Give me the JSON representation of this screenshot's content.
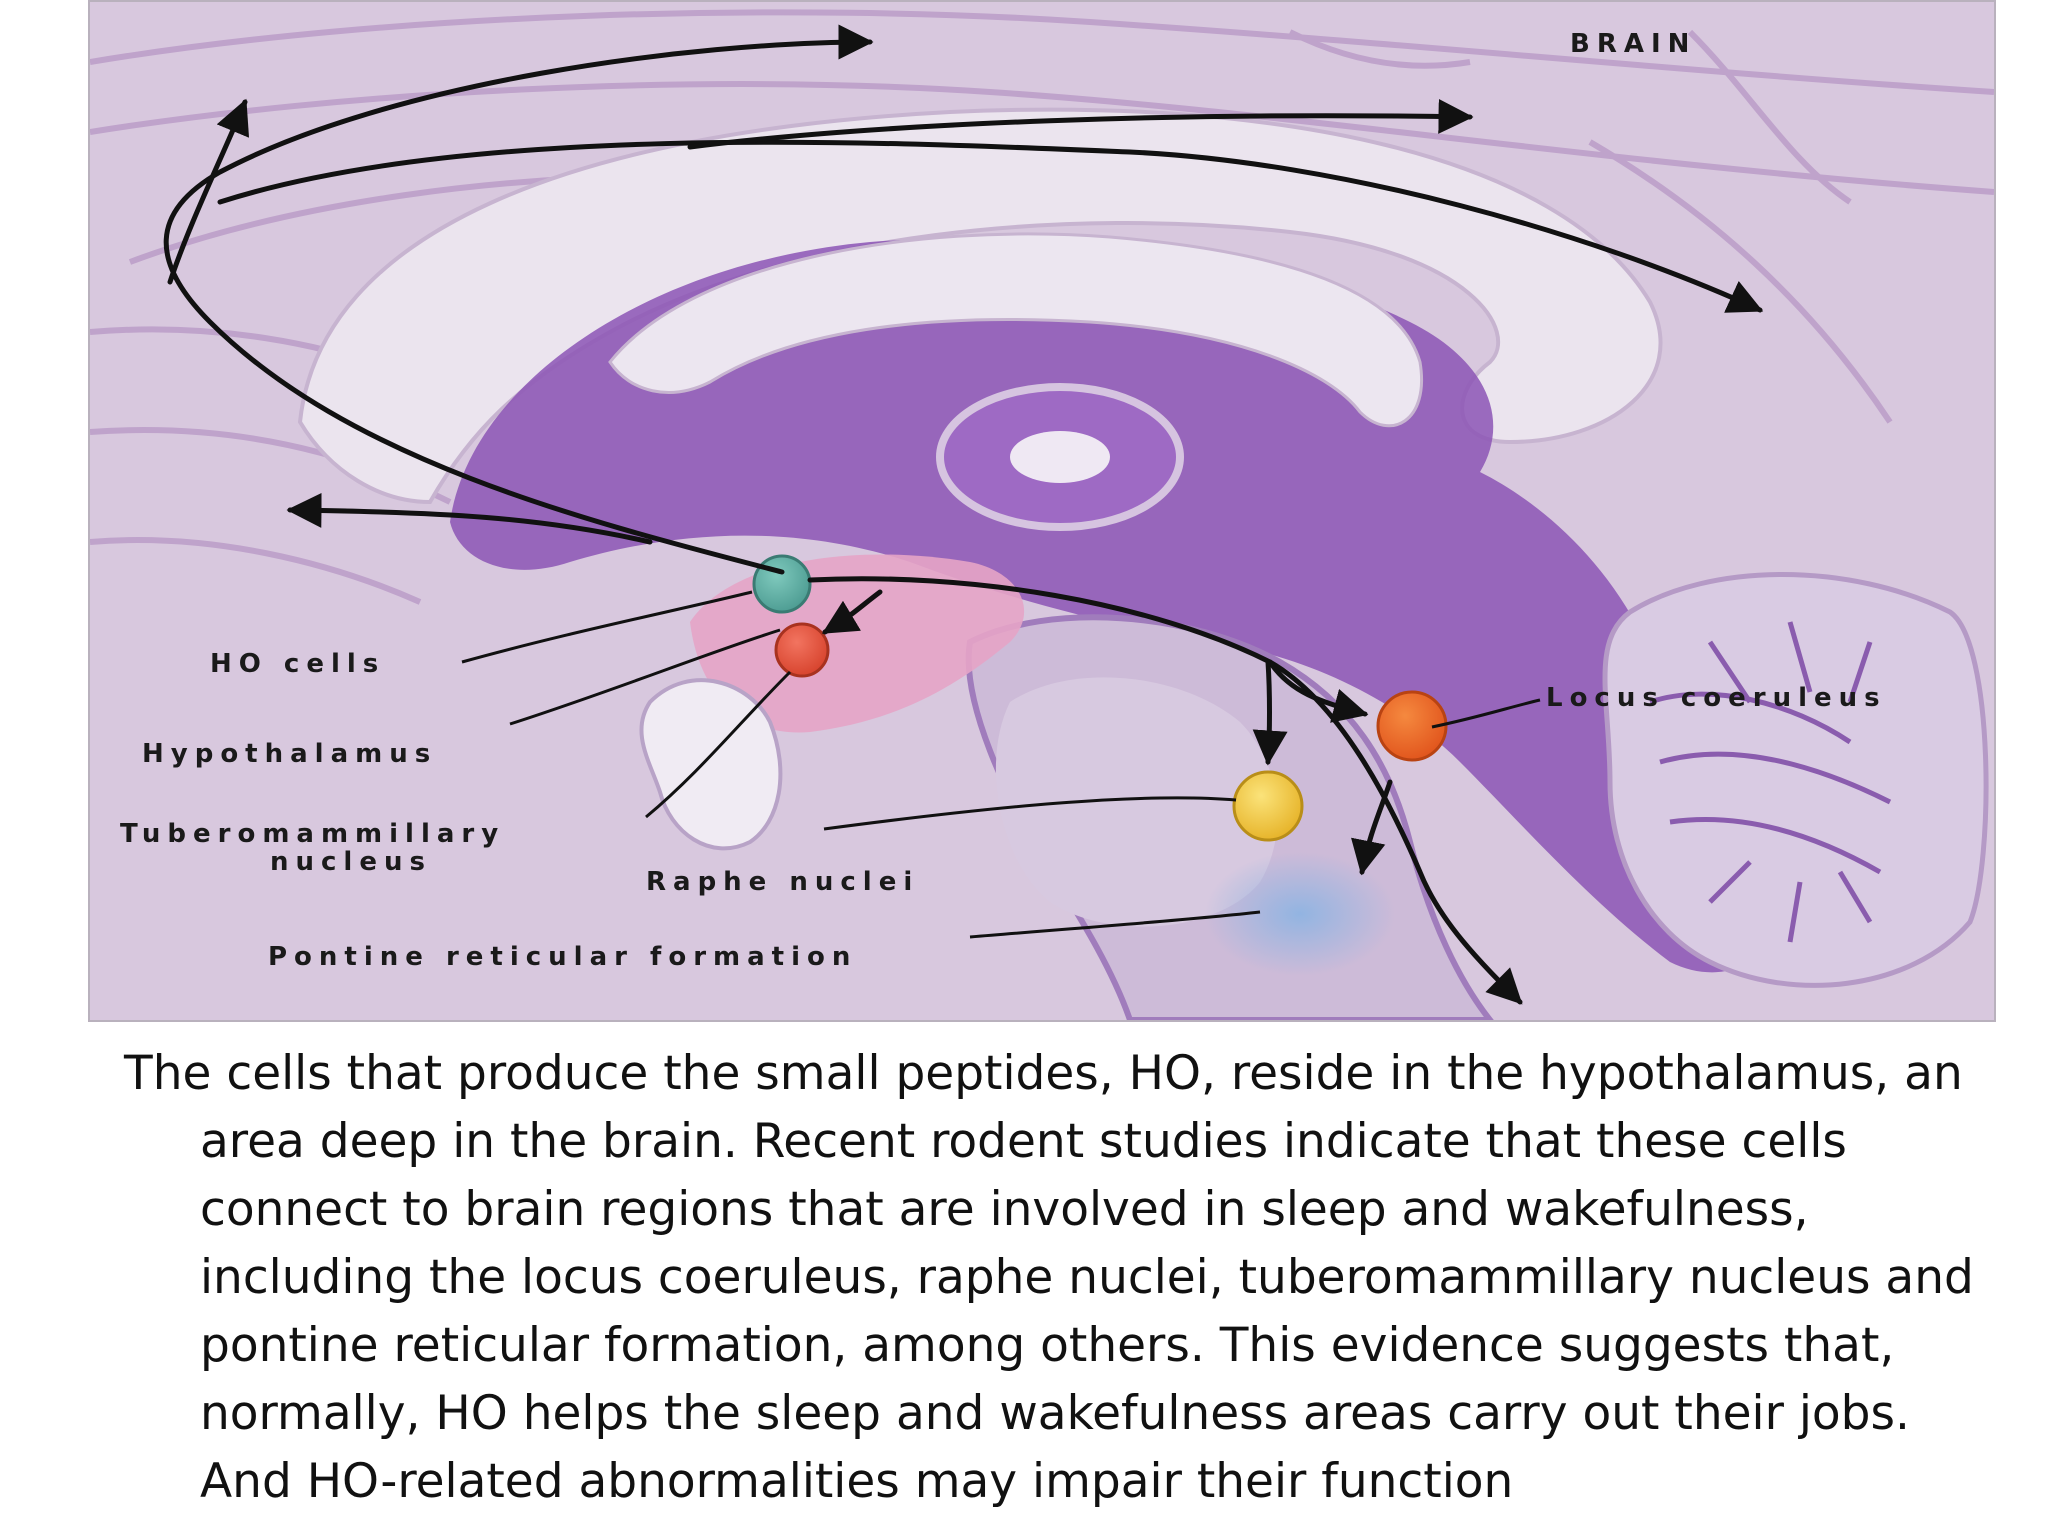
{
  "figure": {
    "labels": {
      "brain": "BRAIN",
      "ho_cells": "HO cells",
      "hypothalamus": "Hypothalamus",
      "tuberomammillary_line1": "Tuberomammillary",
      "tuberomammillary_line2": "nucleus",
      "raphe_nuclei": "Raphe nuclei",
      "pontine": "Pontine reticular formation",
      "locus_coeruleus": "Locus coeruleus"
    },
    "colors": {
      "ho_cells": "#4f9e94",
      "tuberomammillary": "#d8452f",
      "locus_coeruleus": "#e2571e",
      "raphe_nuclei": "#e7b52c",
      "pontine": "#8fb4e2",
      "deep_purple": "#7b3fa8",
      "brain_background": "#d8c8de"
    }
  },
  "caption": {
    "lines": [
      "The cells that produce the small peptides, HO, reside in the hypothalamus, an",
      "area deep in the brain. Recent rodent studies indicate that these cells",
      "connect to brain regions that are involved in sleep and wakefulness,",
      "including the locus coeruleus, raphe nuclei, tuberomammillary nucleus and",
      "pontine reticular formation, among others. This evidence suggests that,",
      "normally, HO helps the sleep and wakefulness areas carry out their jobs.",
      "And HO-related abnormalities may impair their function"
    ]
  }
}
